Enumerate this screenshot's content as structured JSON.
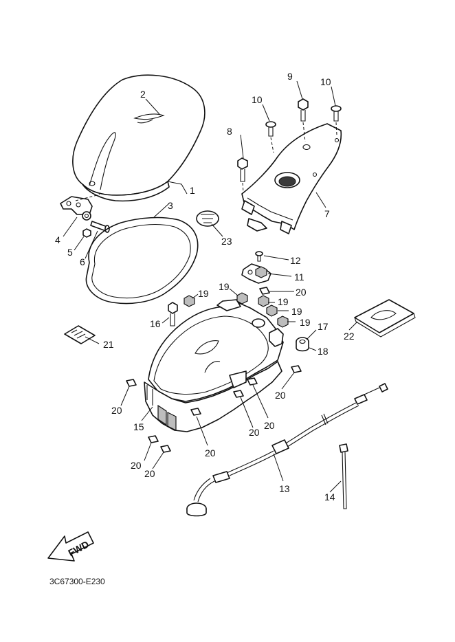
{
  "diagram": {
    "drawing_code": "3C67300-E230",
    "direction_label": "FWD",
    "callouts": [
      {
        "id": "c1",
        "label": "1"
      },
      {
        "id": "c2",
        "label": "2"
      },
      {
        "id": "c3",
        "label": "3"
      },
      {
        "id": "c4",
        "label": "4"
      },
      {
        "id": "c5",
        "label": "5"
      },
      {
        "id": "c6",
        "label": "6"
      },
      {
        "id": "c7",
        "label": "7"
      },
      {
        "id": "c8",
        "label": "8"
      },
      {
        "id": "c9",
        "label": "9"
      },
      {
        "id": "c10a",
        "label": "10"
      },
      {
        "id": "c10b",
        "label": "10"
      },
      {
        "id": "c11",
        "label": "11"
      },
      {
        "id": "c12",
        "label": "12"
      },
      {
        "id": "c13",
        "label": "13"
      },
      {
        "id": "c14",
        "label": "14"
      },
      {
        "id": "c15",
        "label": "15"
      },
      {
        "id": "c16",
        "label": "16"
      },
      {
        "id": "c17",
        "label": "17"
      },
      {
        "id": "c18",
        "label": "18"
      },
      {
        "id": "c19a",
        "label": "19"
      },
      {
        "id": "c19b",
        "label": "19"
      },
      {
        "id": "c19c",
        "label": "19"
      },
      {
        "id": "c19d",
        "label": "19"
      },
      {
        "id": "c19e",
        "label": "19"
      },
      {
        "id": "c20a",
        "label": "20"
      },
      {
        "id": "c20b",
        "label": "20"
      },
      {
        "id": "c20c",
        "label": "20"
      },
      {
        "id": "c20d",
        "label": "20"
      },
      {
        "id": "c20e",
        "label": "20"
      },
      {
        "id": "c20f",
        "label": "20"
      },
      {
        "id": "c20g",
        "label": "20"
      },
      {
        "id": "c20h",
        "label": "20"
      },
      {
        "id": "c21",
        "label": "21"
      },
      {
        "id": "c22",
        "label": "22"
      },
      {
        "id": "c23",
        "label": "23"
      }
    ]
  }
}
